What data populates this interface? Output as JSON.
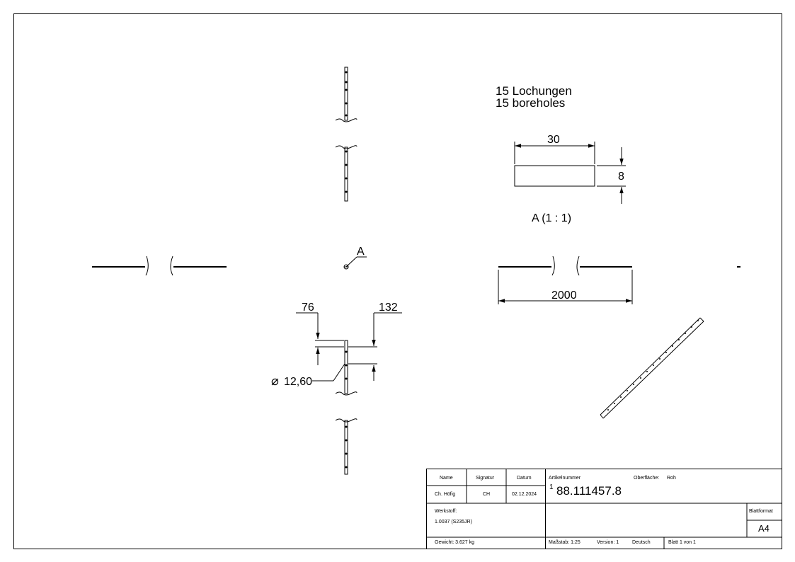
{
  "notes": {
    "line1": "15 Lochungen",
    "line2": "15 boreholes"
  },
  "section": {
    "width_dim": "30",
    "height_dim": "8",
    "label": "A (1 : 1)",
    "marker": "A"
  },
  "dimensions": {
    "length": "2000",
    "hole_offset_1": "76",
    "hole_offset_2": "132",
    "hole_diameter": "12,60",
    "diameter_symbol": "⌀"
  },
  "title_block": {
    "name_header": "Name",
    "signature_header": "Signatur",
    "date_header": "Datum",
    "name_value": "Ch. Höfig",
    "signature_value": "CH",
    "date_value": "02.12.2024",
    "article_label": "Artikelnummer",
    "surface_label": "Oberfläche:",
    "surface_value": "Roh",
    "article_prefix": "1",
    "article_number": "88.111457.8",
    "material_label": "Werkstoff:",
    "material_value": "1.0037 (S235JR)",
    "format_label": "Blattformat",
    "format_value": "A4",
    "weight": "Gewicht: 3.627 kg",
    "scale": "Maßstab: 1:25",
    "version": "Version: 1",
    "language": "Deutsch",
    "sheet": "Blatt 1 von 1"
  }
}
